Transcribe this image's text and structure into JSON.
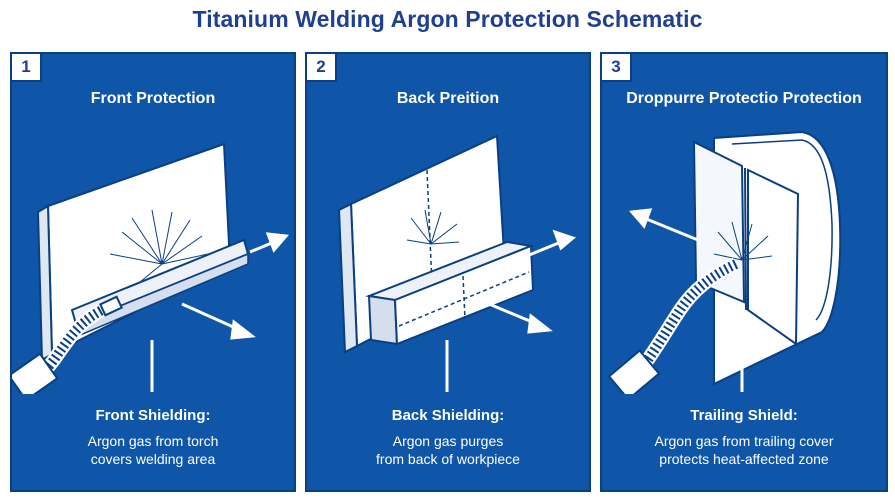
{
  "title": "Titanium Welding Argon Protection Schematic",
  "panels": [
    {
      "number": "1",
      "title": "Front Protection",
      "subtitle": "Front Shielding:",
      "desc_line1": "Argon gas from torch",
      "desc_line2": "covers welding area"
    },
    {
      "number": "2",
      "title": "Back Preition",
      "subtitle": "Back Shielding:",
      "desc_line1": "Argon gas purges",
      "desc_line2": "from back of workpiece"
    },
    {
      "number": "3",
      "title": "Droppurre Protectio Protection",
      "subtitle": "Trailing Shield:",
      "desc_line1": "Argon gas from trailing cover",
      "desc_line2": "protects heat-affected zone"
    }
  ],
  "colors": {
    "panel_bg": "#0f55a8",
    "title": "#1f3f91",
    "line": "#ffffff"
  }
}
